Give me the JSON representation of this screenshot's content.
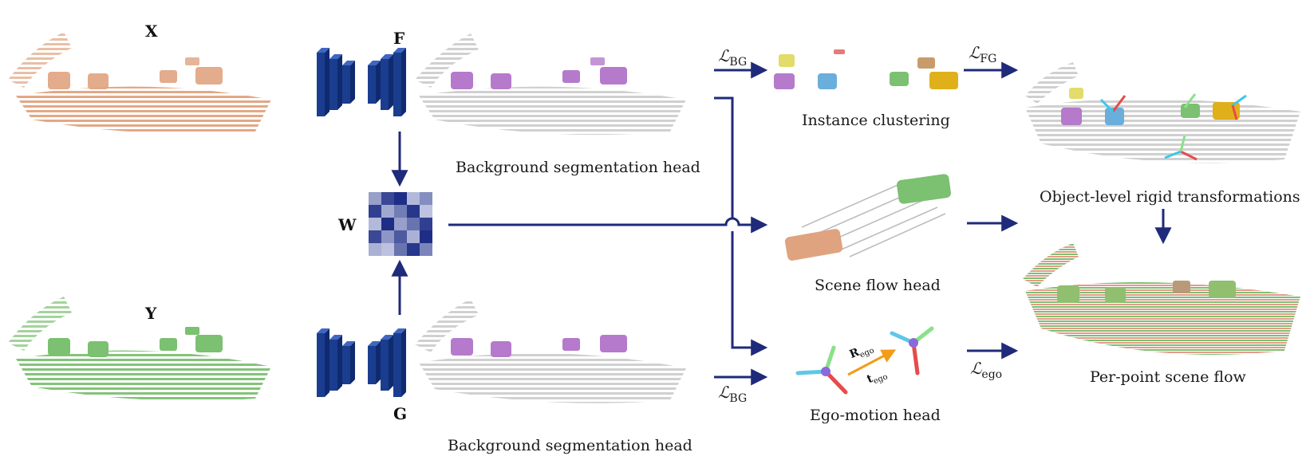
{
  "symbols": {
    "x": "X",
    "y": "Y",
    "f": "F",
    "g": "G",
    "w": "W"
  },
  "captions": {
    "bg_seg_top": "Background segmentation head",
    "bg_seg_bottom": "Background segmentation head",
    "instance_clustering": "Instance clustering",
    "object_rigid": "Object-level rigid transformations",
    "scene_flow_head": "Scene flow head",
    "ego_motion_head": "Ego-motion head",
    "per_point_flow": "Per-point scene flow"
  },
  "losses": {
    "bg_top": {
      "main": "ℒ",
      "sub": "BG"
    },
    "fg": {
      "main": "ℒ",
      "sub": "FG"
    },
    "bg_bottom": {
      "main": "ℒ",
      "sub": "BG"
    },
    "ego": {
      "main": "ℒ",
      "sub": "ego"
    }
  },
  "ego_labels": {
    "rotation": {
      "main": "R",
      "sub": "ego"
    },
    "translation": {
      "main": "t",
      "sub": "ego"
    }
  },
  "colors": {
    "arrow": "#1f2a7a",
    "pc_source": "#e0a37f",
    "pc_target": "#7cc071",
    "pc_background": "#c8c8c8",
    "pc_car": "#b57acb",
    "net_block": "#1a3d8f",
    "matrix_dark": "#1e2e86",
    "matrix_light": "#d8dcef",
    "ego_arrow": "#f29c1a"
  },
  "matrix": [
    [
      0.35,
      0.85,
      1.0,
      0.2,
      0.45
    ],
    [
      0.9,
      0.3,
      0.55,
      0.95,
      0.15
    ],
    [
      0.2,
      1.0,
      0.35,
      0.6,
      0.9
    ],
    [
      0.85,
      0.4,
      0.75,
      0.25,
      1.0
    ],
    [
      0.25,
      0.15,
      0.6,
      0.95,
      0.5
    ]
  ]
}
